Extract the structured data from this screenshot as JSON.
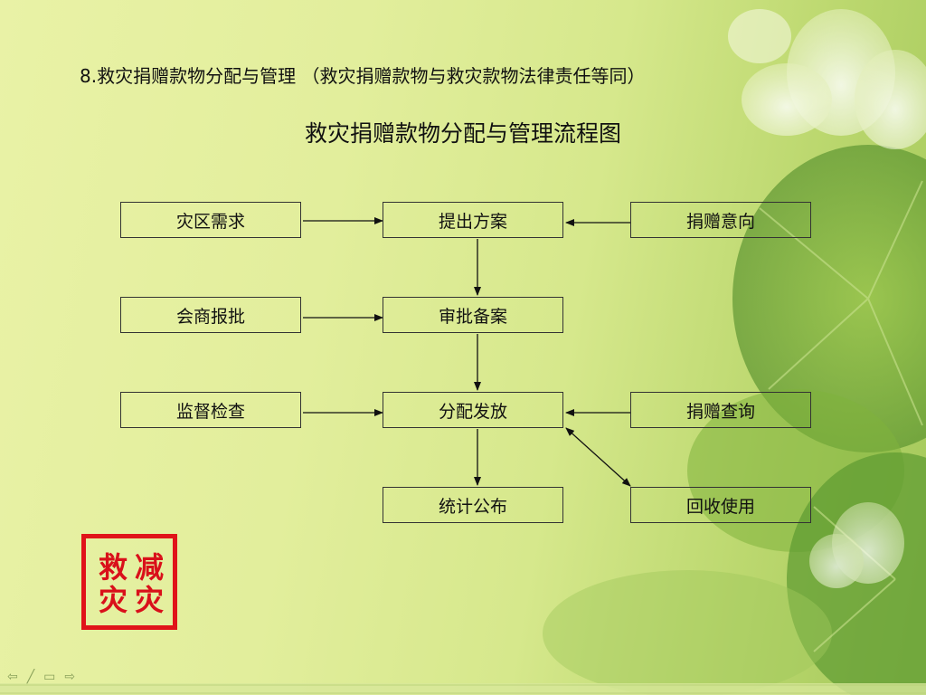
{
  "heading": "8.救灾捐赠款物分配与管理 （救灾捐赠款物与救灾款物法律责任等同）",
  "title": "救灾捐赠款物分配与管理流程图",
  "boxes": {
    "disaster_need": "灾区需求",
    "propose_plan": "提出方案",
    "donation_intent": "捐赠意向",
    "consult_approve": "会商报批",
    "review_file": "审批备案",
    "supervise_check": "监督检查",
    "distribute": "分配发放",
    "donation_query": "捐赠查询",
    "stat_publish": "统计公布",
    "recycle_use": "回收使用"
  },
  "stamp": {
    "chars": [
      "救",
      "减",
      "灾",
      "灾"
    ],
    "color": "#e0141a"
  },
  "nav_icons": [
    "arrow-left-icon",
    "pencil-icon",
    "screen-icon",
    "arrow-right-icon"
  ]
}
